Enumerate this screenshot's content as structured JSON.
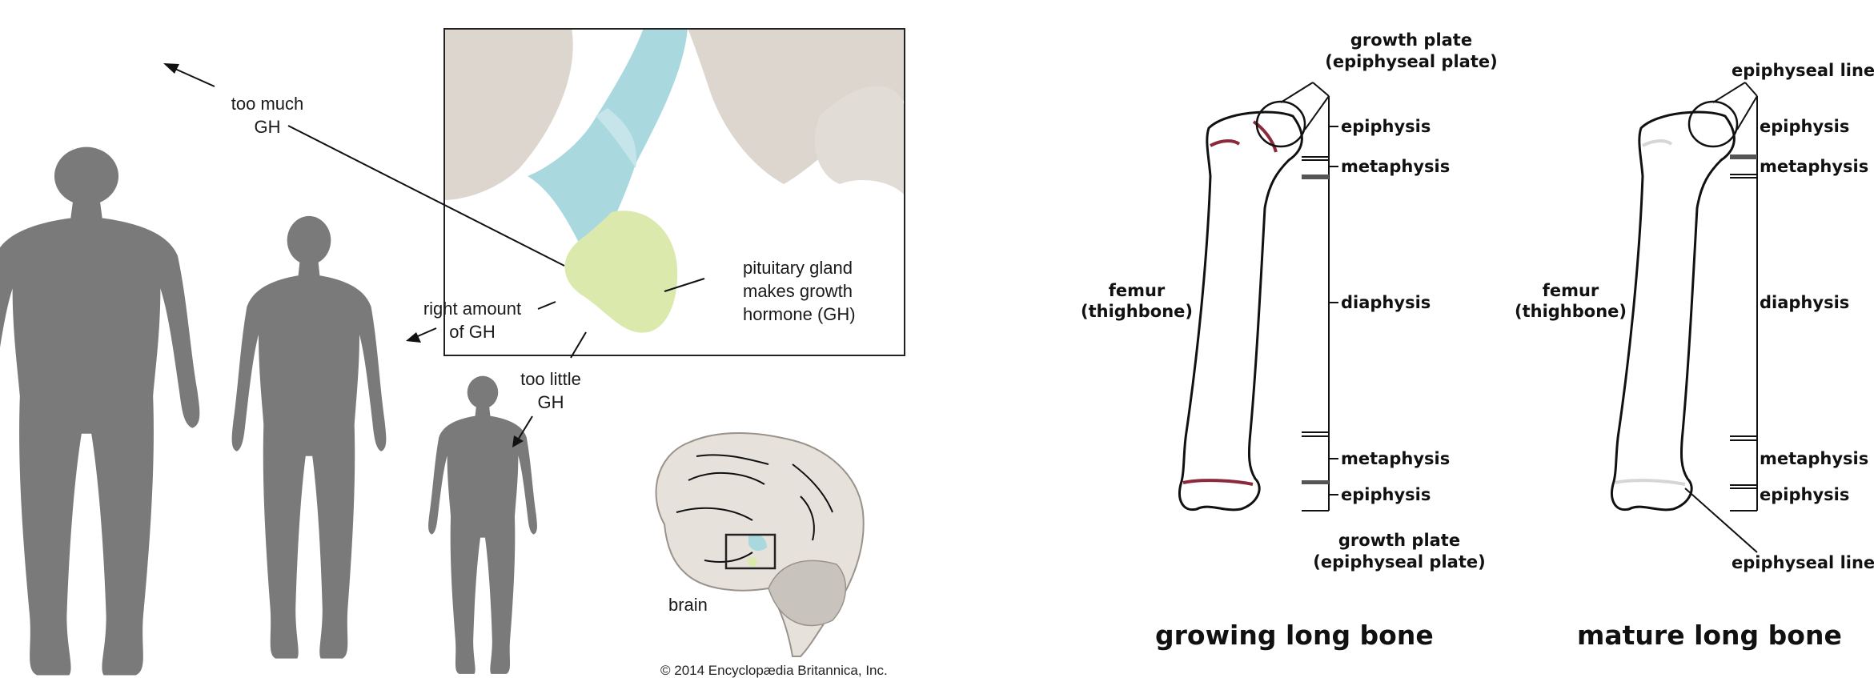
{
  "gh_panel": {
    "label_too_much": [
      "too much",
      "GH"
    ],
    "label_right": [
      "right amount",
      "of GH"
    ],
    "label_too_little": [
      "too little",
      "GH"
    ],
    "label_pituitary": [
      "pituitary gland",
      "makes growth",
      "hormone (GH)"
    ],
    "label_brain": "brain",
    "copyright": "© 2014 Encyclopædia Britannica, Inc.",
    "colors": {
      "silhouette": "#7a7a7a",
      "stalk": "#a9d8df",
      "gland": "#dbe9ad",
      "brain_tissue": "#dcd6d0"
    }
  },
  "bone_panel": {
    "growing": {
      "caption": "growing long bone",
      "femur": [
        "femur",
        "(thighbone)"
      ],
      "growth_plate_top": [
        "growth plate",
        "(epiphyseal plate)"
      ],
      "growth_plate_bottom": [
        "growth plate",
        "(epiphyseal plate)"
      ],
      "parts": [
        "epiphysis",
        "metaphysis",
        "diaphysis",
        "metaphysis",
        "epiphysis"
      ],
      "plate_color": "#8b2a3a"
    },
    "mature": {
      "caption": "mature long bone",
      "femur": [
        "femur",
        "(thighbone)"
      ],
      "epiphyseal_line_top": "epiphyseal line",
      "epiphyseal_line_bottom": "epiphyseal line",
      "parts": [
        "epiphysis",
        "metaphysis",
        "diaphysis",
        "metaphysis",
        "epiphysis"
      ]
    }
  }
}
